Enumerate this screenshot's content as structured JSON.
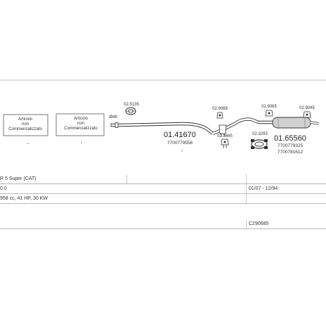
{
  "parts": {
    "box_left_line1": "Articolo",
    "box_left_line2": "non",
    "box_left_line3": "Commercializzato",
    "box_right_line1": "Articolo",
    "box_right_line2": "non",
    "box_right_line3": "Commercializzato",
    "clamp_top": "02.5135",
    "diameter_label": "Ø48",
    "front_pipe_code": "01.41670",
    "front_pipe_oem": "7700779556",
    "hanger1": "02.9068",
    "hanger1_lower": "02.3665",
    "hanger2": "02.9065",
    "hanger3": "02.9045",
    "rear_clamp": "02.3293",
    "rear_silencer_code": "01.65560",
    "rear_oem1": "7700779325",
    "rear_oem2": "7700781612"
  },
  "table": {
    "row1": "R 5 Super (CAT)",
    "row2_left": "0.0",
    "row2_right": "01/07 - 12/94",
    "row3": "958 cc, 41 HP, 30 KW",
    "row5_right": "C290685"
  },
  "colors": {
    "line": "#333333",
    "grid": "#b8b8b8",
    "fill_gray": "#d0d0d0"
  }
}
